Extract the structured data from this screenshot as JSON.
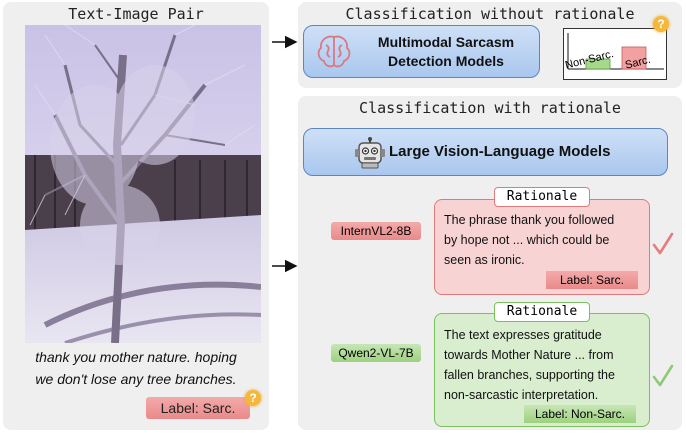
{
  "left_panel": {
    "title": "Text-Image Pair",
    "caption_line1": "thank you mother nature. hoping",
    "caption_line2": "we don't lose any tree branches.",
    "label": "Label: Sarc."
  },
  "top_panel": {
    "title": "Classification without rationale",
    "model_line1": "Multimodal Sarcasm",
    "model_line2": "Detection Models",
    "chart_nonsarc": "Non-Sarc.",
    "chart_sarc": "Sarc."
  },
  "bottom_panel": {
    "title": "Classification with rationale",
    "lvlm_label": "Large Vision-Language Models",
    "model_a": "InternVL2-8B",
    "model_b": "Qwen2-VL-7B",
    "rationale_a": {
      "header": "Rationale",
      "lines": [
        "The phrase thank you followed",
        "by hope not ... which could be",
        "seen as ironic."
      ],
      "label": "Label: Sarc."
    },
    "rationale_b": {
      "header": "Rationale",
      "lines": [
        "The text expresses gratitude",
        "towards Mother Nature ... from",
        "fallen branches, supporting the",
        "non-sarcastic interpretation."
      ],
      "label": "Label: Non-Sarc."
    }
  },
  "colors": {
    "blue_fill": "#a9c7ee",
    "red_fill": "#f7d3d3",
    "green_fill": "#d9edcf",
    "check_red": "#e87b7b",
    "check_green": "#8fc978",
    "question_badge": "#f4b83c"
  },
  "icons": [
    "brain-icon",
    "robot-icon",
    "question-icon",
    "check-icon"
  ],
  "question_mark": "?"
}
